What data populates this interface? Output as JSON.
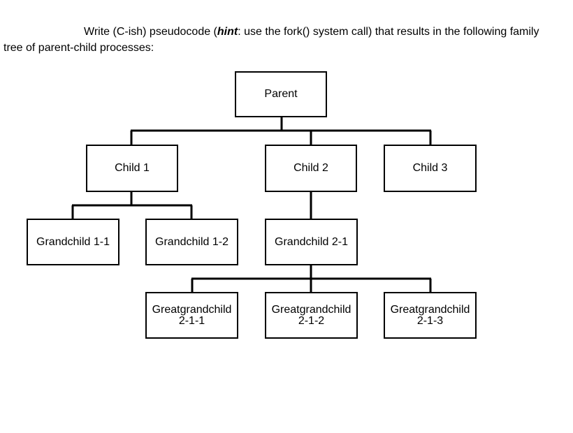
{
  "prompt": {
    "line1_before": "Write (C-ish) pseudocode (",
    "hint": "hint",
    "line1_after": ": use the fork() system call) that results in the following family",
    "line2": "tree of parent-child processes:"
  },
  "tree": {
    "parent": "Parent",
    "child1": "Child 1",
    "child2": "Child 2",
    "child3": "Child 3",
    "grandchild_1_1": "Grandchild 1-1",
    "grandchild_1_2": "Grandchild 1-2",
    "grandchild_2_1": "Grandchild 2-1",
    "greatgrandchild_2_1_1": "Greatgrandchild\n2-1-1",
    "greatgrandchild_2_1_2": "Greatgrandchild\n2-1-2",
    "greatgrandchild_2_1_3": "Greatgrandchild\n2-1-3"
  }
}
